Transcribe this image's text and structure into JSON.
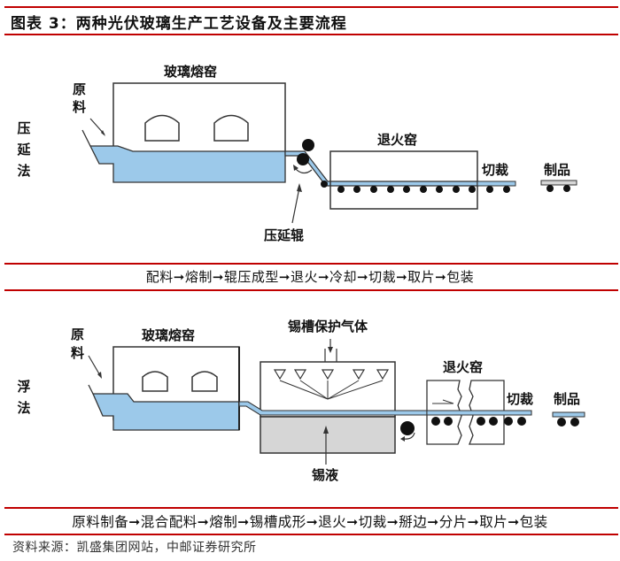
{
  "title": "图表 3：两种光伏玻璃生产工艺设备及主要流程",
  "rolling": {
    "side_label": [
      "压",
      "延",
      "法"
    ],
    "labels": {
      "raw_material": [
        "原",
        "料"
      ],
      "furnace": "玻璃熔窑",
      "annealing": "退火窑",
      "cutting": "切裁",
      "product": "制品",
      "roller": "压延辊"
    },
    "flow": "配料➞熔制➞辊压成型➞退火➞冷却➞切裁➞取片➞包装"
  },
  "float": {
    "side_label": [
      "浮",
      "法"
    ],
    "labels": {
      "raw_material": [
        "原",
        "料"
      ],
      "furnace": "玻璃熔窑",
      "protective_gas": "锡槽保护气体",
      "tin": "锡液",
      "annealing": "退火窑",
      "cutting": "切裁",
      "product": "制品"
    },
    "flow": "原料制备➞混合配料➞熔制➞锡槽成形➞退火➞切裁➞掰边➞分片➞取片➞包装"
  },
  "source": "资料来源：凯盛集团网站，中邮证券研究所",
  "colors": {
    "rule": "#c00000",
    "glass": "#9cc9ea",
    "tin": "#d6d6d6",
    "ink": "#111111"
  }
}
